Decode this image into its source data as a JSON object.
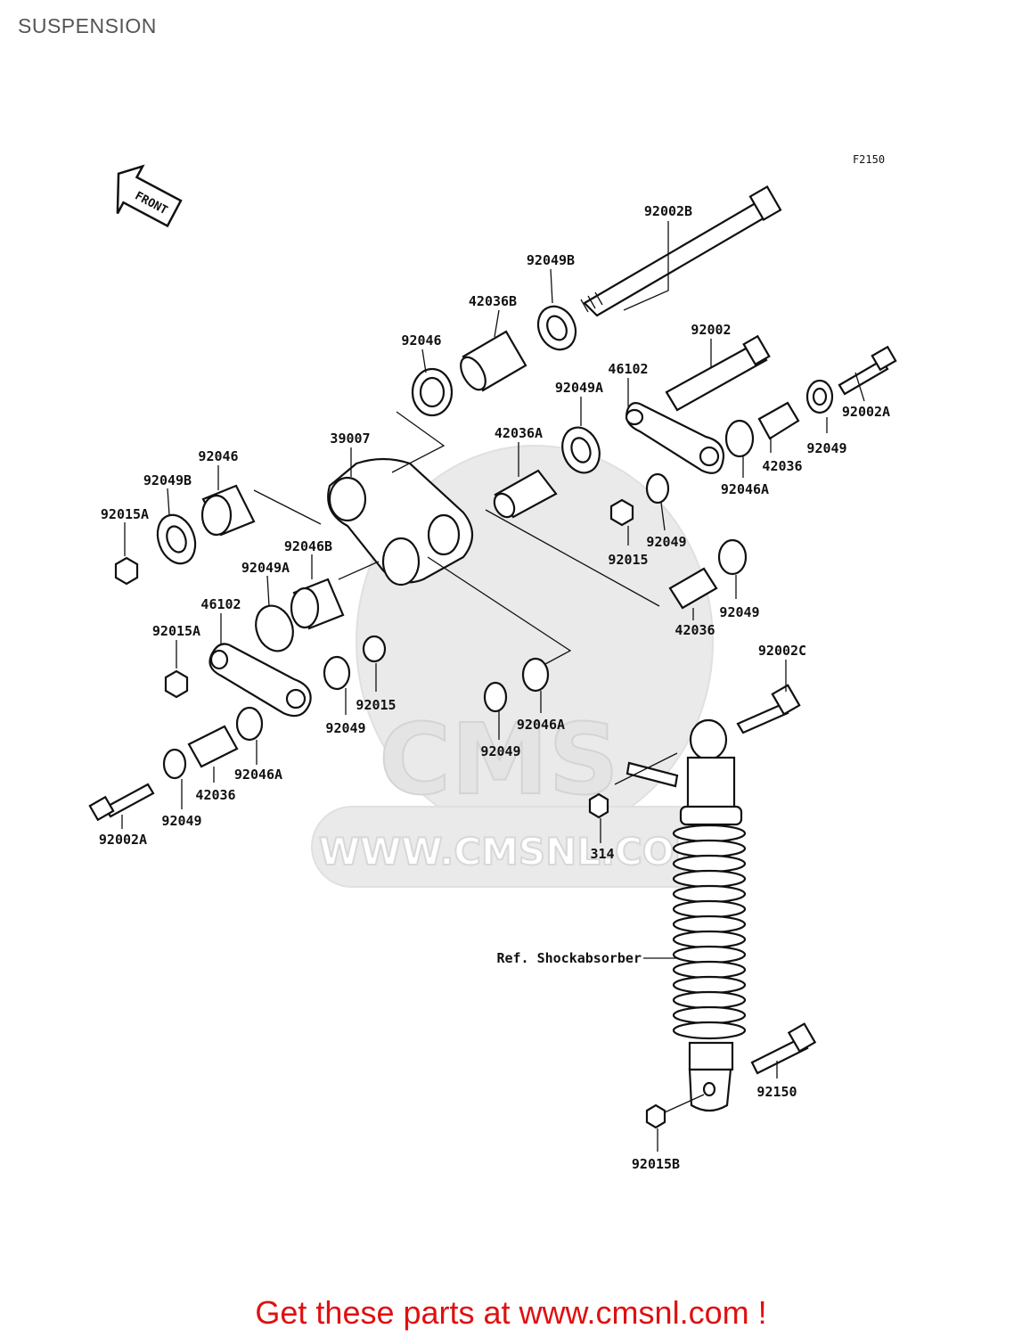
{
  "title": "SUSPENSION",
  "figure_code": "F2150",
  "front_label": "FRONT",
  "watermark": {
    "brand": "CMS",
    "url": "WWW.CMSNL.COM"
  },
  "footer": "Get these parts at www.cmsnl.com !",
  "parts": [
    "92002B",
    "92049B",
    "42036B",
    "92046",
    "92002",
    "46102",
    "92049A",
    "92002A",
    "39007",
    "42036A",
    "92049",
    "42036",
    "92046A",
    "92046",
    "92049B",
    "92015A",
    "92015",
    "92049",
    "92046B",
    "92049A",
    "42036",
    "92049",
    "46102",
    "92015A",
    "92002C",
    "92015",
    "92049",
    "92046A",
    "92049",
    "92046A",
    "42036",
    "92049",
    "92002A",
    "314",
    "Ref. Shockabsorber",
    "92150",
    "92015B"
  ]
}
